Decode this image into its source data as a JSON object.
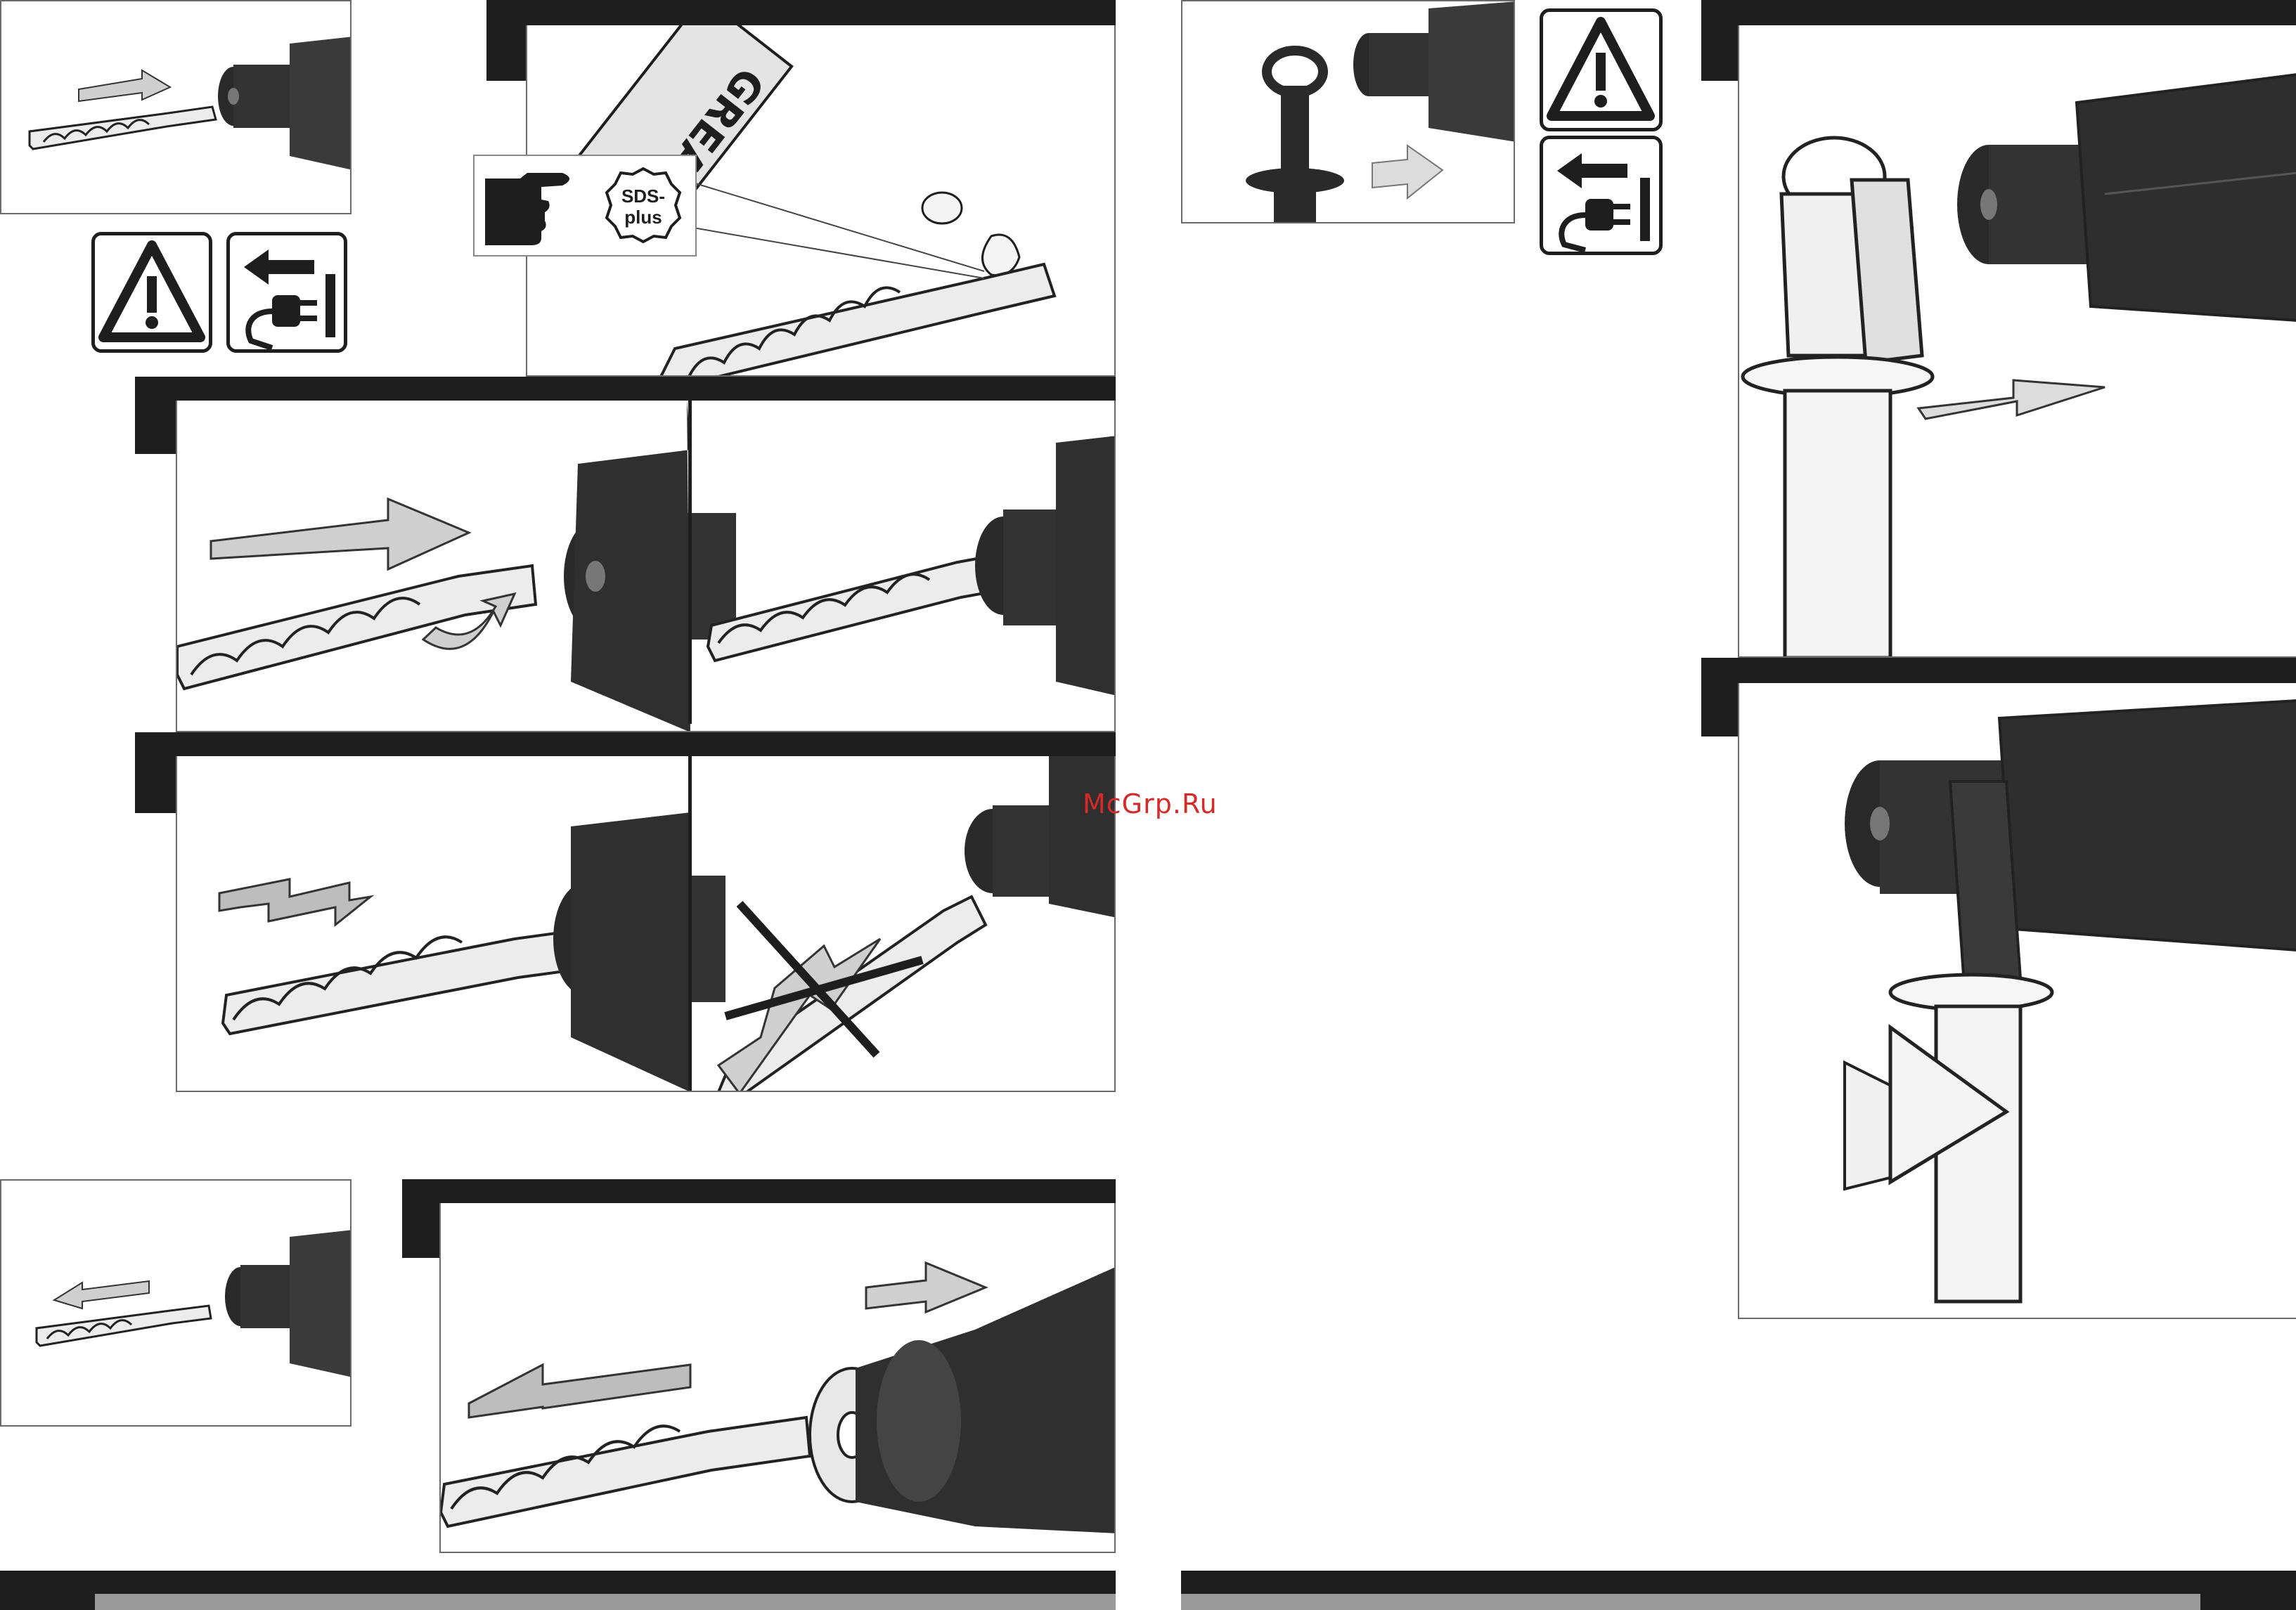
{
  "labels": {
    "grease": "GREASE",
    "sds_line1": "SDS-",
    "sds_line2": "plus"
  },
  "watermark": "McGrp.Ru",
  "icons": [
    "warning-triangle-icon",
    "unplug-icon",
    "pointing-hand-icon",
    "sds-plus-icon",
    "arrow-icon",
    "cross-out-icon"
  ],
  "colors": {
    "band": "#1e1e1e",
    "frame": "#6a6a6a",
    "tool": "#2a2a2a",
    "bit": "#e8e8e8",
    "arrow": "#d0d0d0",
    "watermark": "#d42a2a"
  }
}
